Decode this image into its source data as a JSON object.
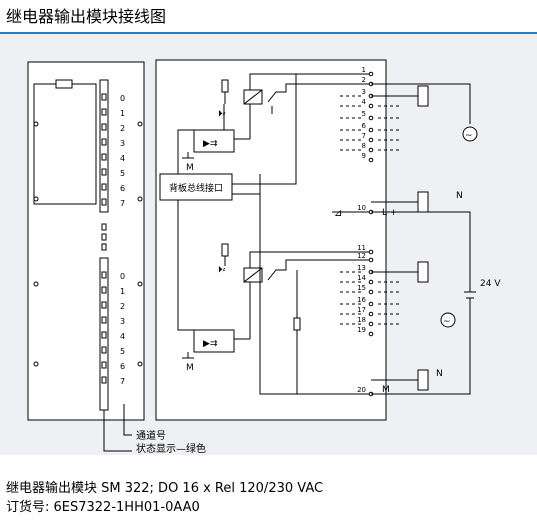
{
  "title": "继电器输出模块接线图",
  "module_label": "背板总线接口",
  "channel_numbers_top": [
    "0",
    "1",
    "2",
    "3",
    "4",
    "5",
    "6",
    "7"
  ],
  "channel_numbers_bottom": [
    "0",
    "1",
    "2",
    "3",
    "4",
    "5",
    "6",
    "7"
  ],
  "terminal_labels": [
    "1",
    "2",
    "3",
    "4",
    "5",
    "6",
    "7",
    "8",
    "9",
    "10",
    "11",
    "12",
    "13",
    "14",
    "15",
    "16",
    "17",
    "18",
    "19",
    "20"
  ],
  "l_plus": "L +",
  "m_label": "M",
  "ground_m": "M",
  "n_label": "N",
  "voltage_24v": "24 V",
  "legend_channel": "通道号",
  "legend_status": "状态显示—绿色",
  "caption_line1": "继电器输出模块 SM 322; DO 16 x Rel 120/230 VAC",
  "caption_line2": "订货号: 6ES7322-1HH01-0AA0",
  "colors": {
    "accent": "#1f7fc4",
    "panel": "#eef0f3"
  }
}
